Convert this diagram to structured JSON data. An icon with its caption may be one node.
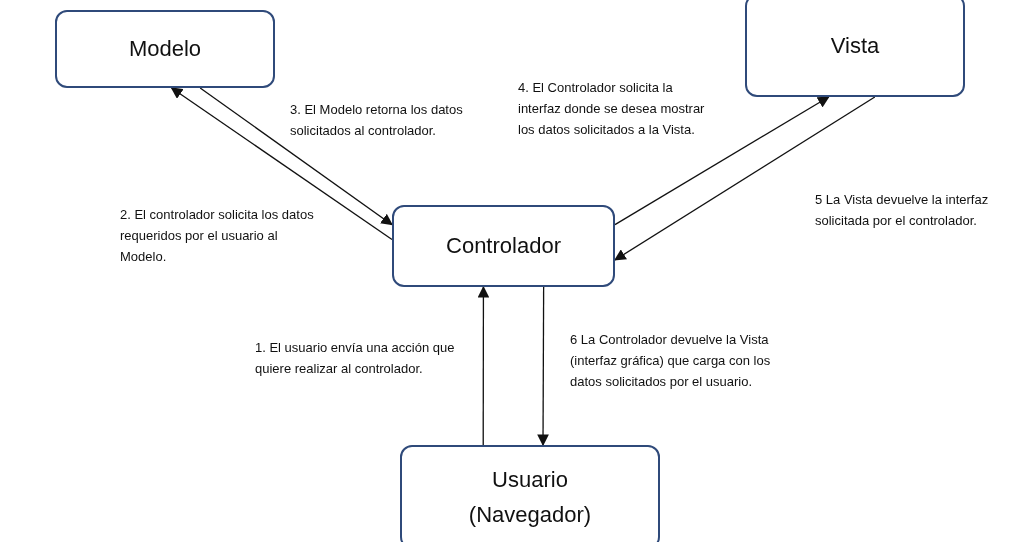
{
  "diagram": {
    "nodes": [
      {
        "text": [
          "Modelo"
        ]
      },
      {
        "text": [
          "Vista"
        ]
      },
      {
        "text": [
          "Controlador"
        ]
      },
      {
        "text": [
          "Usuario (Navegador)"
        ]
      }
    ],
    "edges": [
      {
        "from": 3,
        "to": 2,
        "arrow": "to",
        "label": "1. El usuario envía una acción que quiere realizar al controlador."
      },
      {
        "from": 2,
        "to": 0,
        "arrow": "to",
        "label": "2. El controlador solicita los datos requeridos por el usuario al Modelo."
      },
      {
        "from": 0,
        "to": 2,
        "arrow": "to",
        "label": "3. El Modelo retorna los datos solicitados al controlador."
      },
      {
        "from": 2,
        "to": 1,
        "arrow": "to",
        "label": "4. El Controlador solicita la interfaz donde se desea mostrar los datos solicitados a la Vista."
      },
      {
        "from": 1,
        "to": 2,
        "arrow": "to",
        "label": "5 La Vista devuelve la interfaz solicitada por el controlador."
      },
      {
        "from": 2,
        "to": 3,
        "arrow": "to",
        "label": "6 La Controlador devuelve la Vista (interfaz gráfica) que carga con los datos solicitados por el usuario."
      }
    ]
  }
}
